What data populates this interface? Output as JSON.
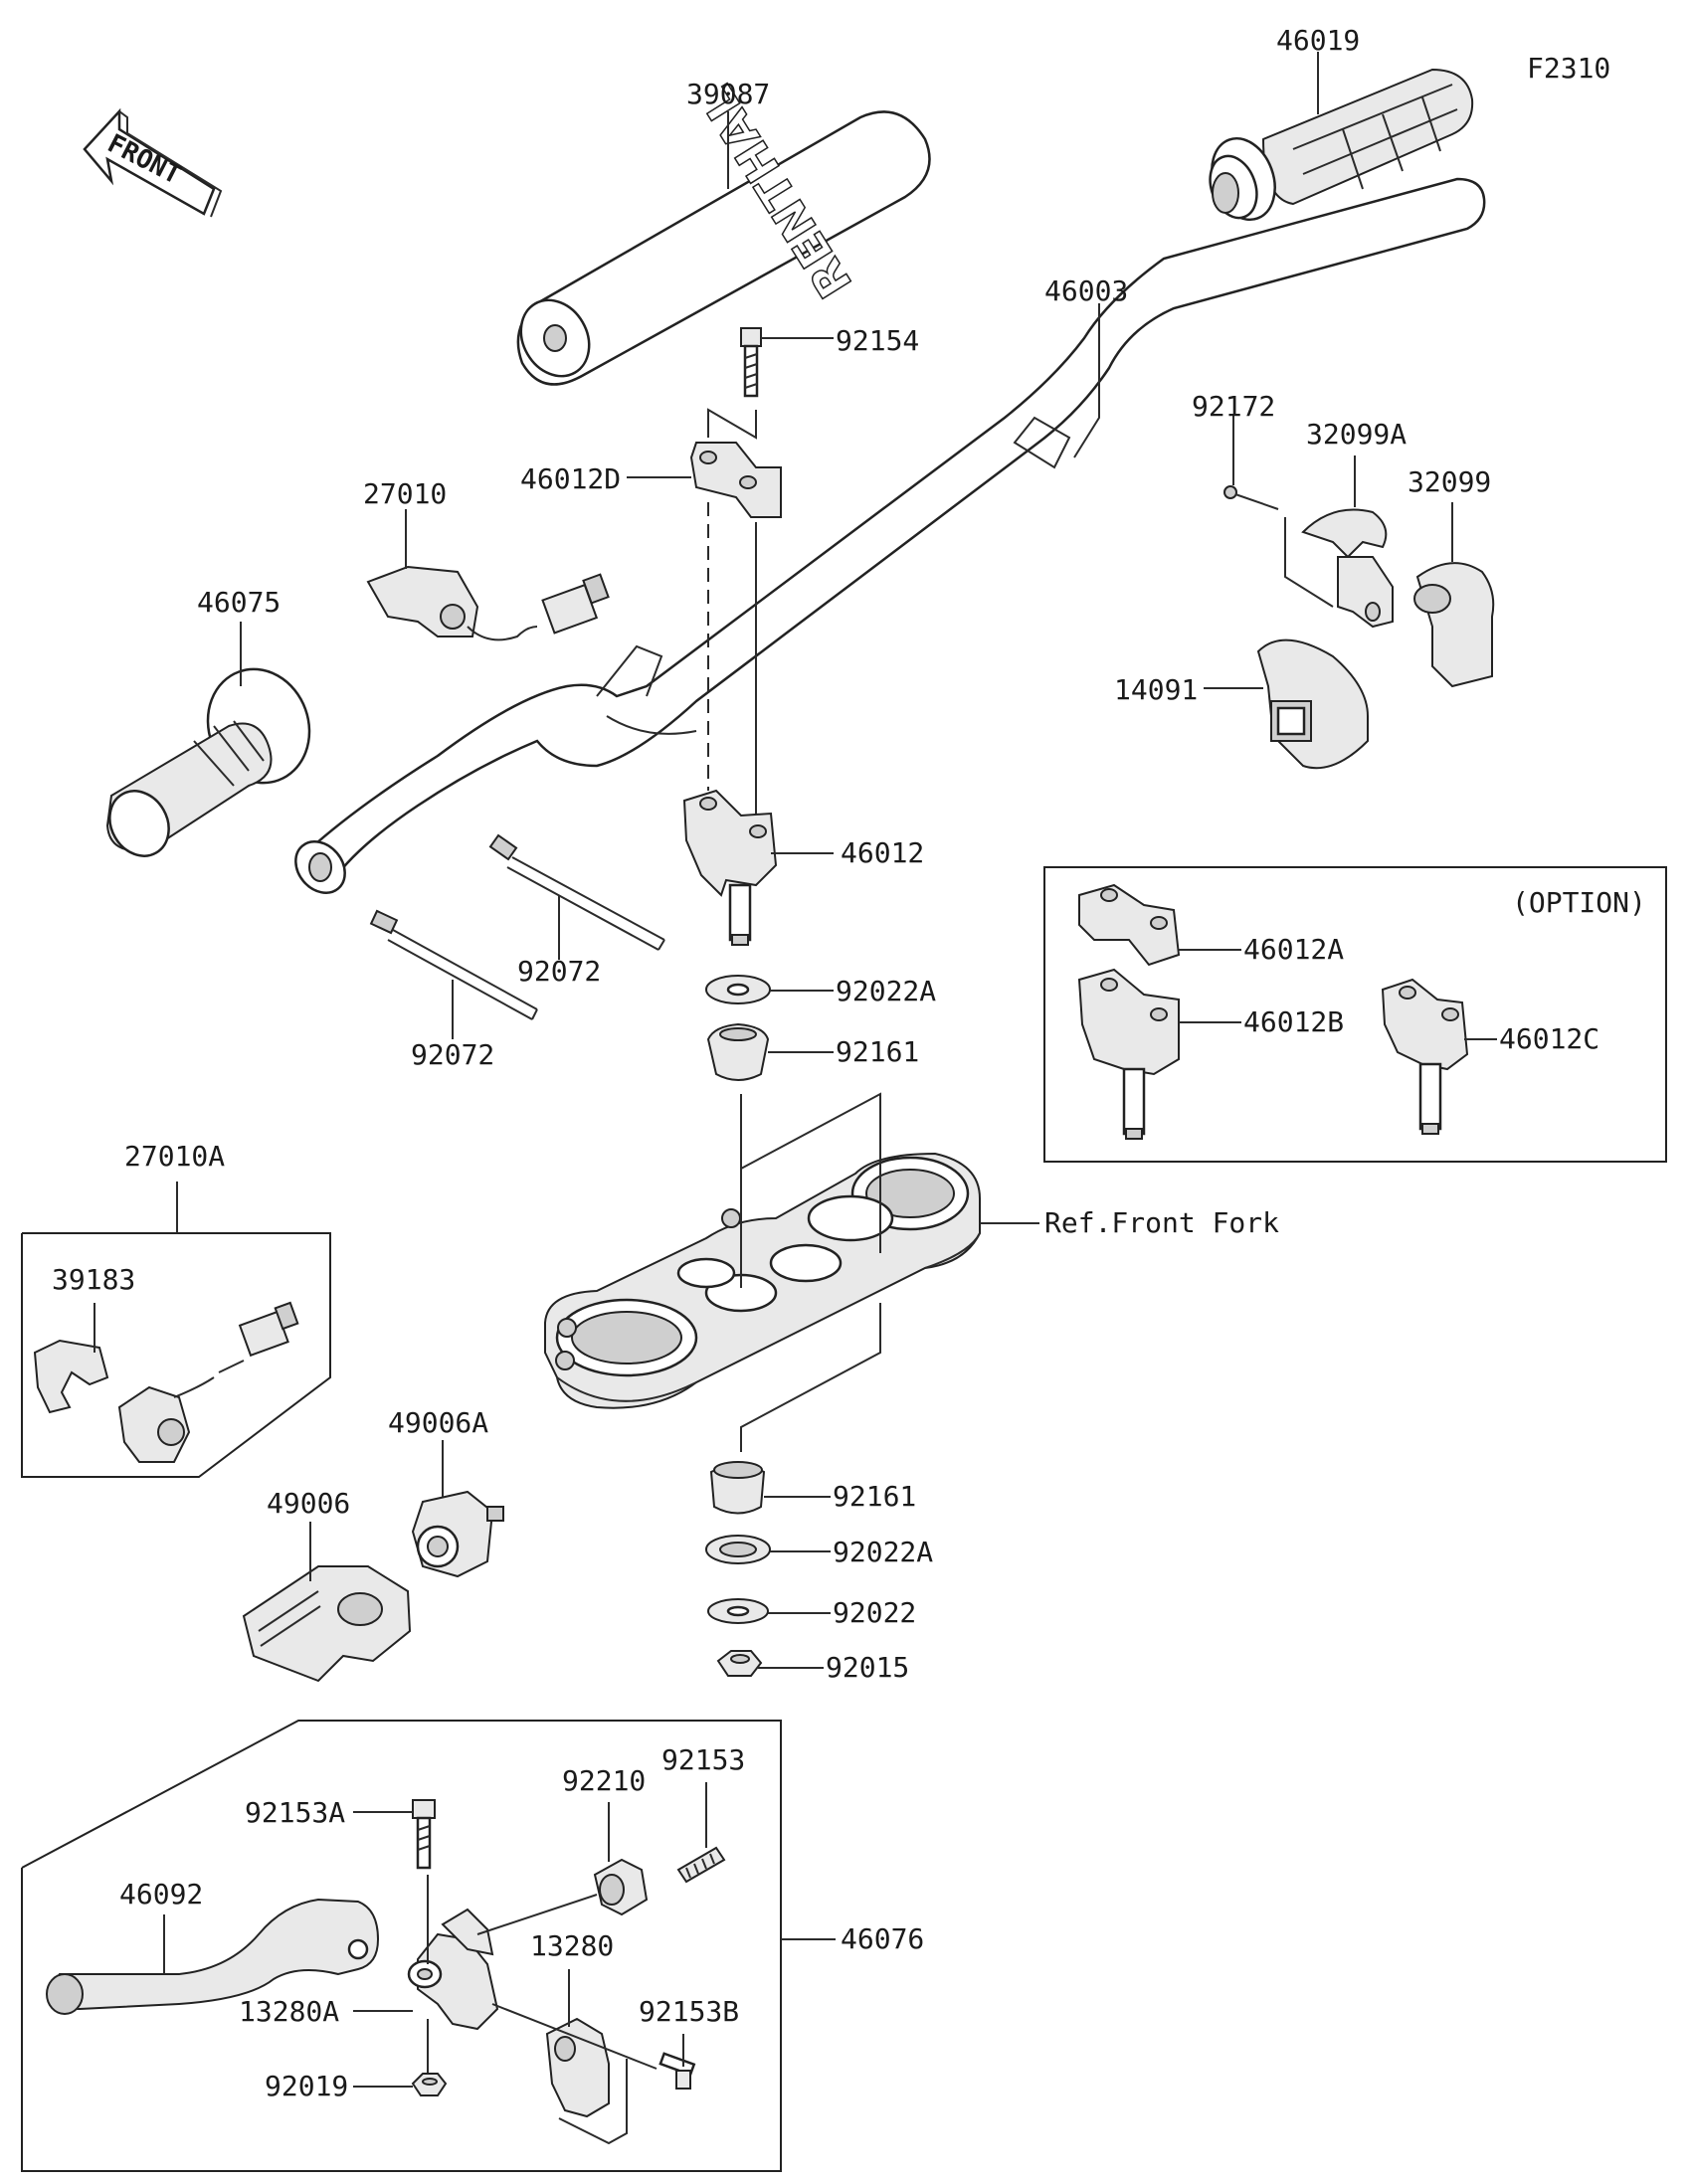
{
  "figure_code": "F2310",
  "front_arrow_label": "FRONT",
  "handlebar_pad_print": "RENTHAL",
  "option_box_label": "(OPTION)",
  "parts": [
    {
      "id": "39087",
      "label": "39087"
    },
    {
      "id": "46019",
      "label": "46019"
    },
    {
      "id": "46003",
      "label": "46003"
    },
    {
      "id": "92154",
      "label": "92154"
    },
    {
      "id": "46012D",
      "label": "46012D"
    },
    {
      "id": "27010",
      "label": "27010"
    },
    {
      "id": "92172",
      "label": "92172"
    },
    {
      "id": "32099A",
      "label": "32099A"
    },
    {
      "id": "32099",
      "label": "32099"
    },
    {
      "id": "46075",
      "label": "46075"
    },
    {
      "id": "14091",
      "label": "14091"
    },
    {
      "id": "46012",
      "label": "46012"
    },
    {
      "id": "92072_upper",
      "label": "92072"
    },
    {
      "id": "92072_lower",
      "label": "92072"
    },
    {
      "id": "92022A_upper",
      "label": "92022A"
    },
    {
      "id": "92161_upper",
      "label": "92161"
    },
    {
      "id": "46012A",
      "label": "46012A"
    },
    {
      "id": "46012B",
      "label": "46012B"
    },
    {
      "id": "46012C",
      "label": "46012C"
    },
    {
      "id": "27010A",
      "label": "27010A"
    },
    {
      "id": "39183",
      "label": "39183"
    },
    {
      "id": "ref_front_fork",
      "label": "Ref.Front Fork"
    },
    {
      "id": "49006A",
      "label": "49006A"
    },
    {
      "id": "49006",
      "label": "49006"
    },
    {
      "id": "92161_lower",
      "label": "92161"
    },
    {
      "id": "92022A_lower",
      "label": "92022A"
    },
    {
      "id": "92022",
      "label": "92022"
    },
    {
      "id": "92015",
      "label": "92015"
    },
    {
      "id": "92153",
      "label": "92153"
    },
    {
      "id": "92210",
      "label": "92210"
    },
    {
      "id": "92153A",
      "label": "92153A"
    },
    {
      "id": "46092",
      "label": "46092"
    },
    {
      "id": "13280",
      "label": "13280"
    },
    {
      "id": "46076",
      "label": "46076"
    },
    {
      "id": "13280A",
      "label": "13280A"
    },
    {
      "id": "92153B",
      "label": "92153B"
    },
    {
      "id": "92019",
      "label": "92019"
    }
  ]
}
